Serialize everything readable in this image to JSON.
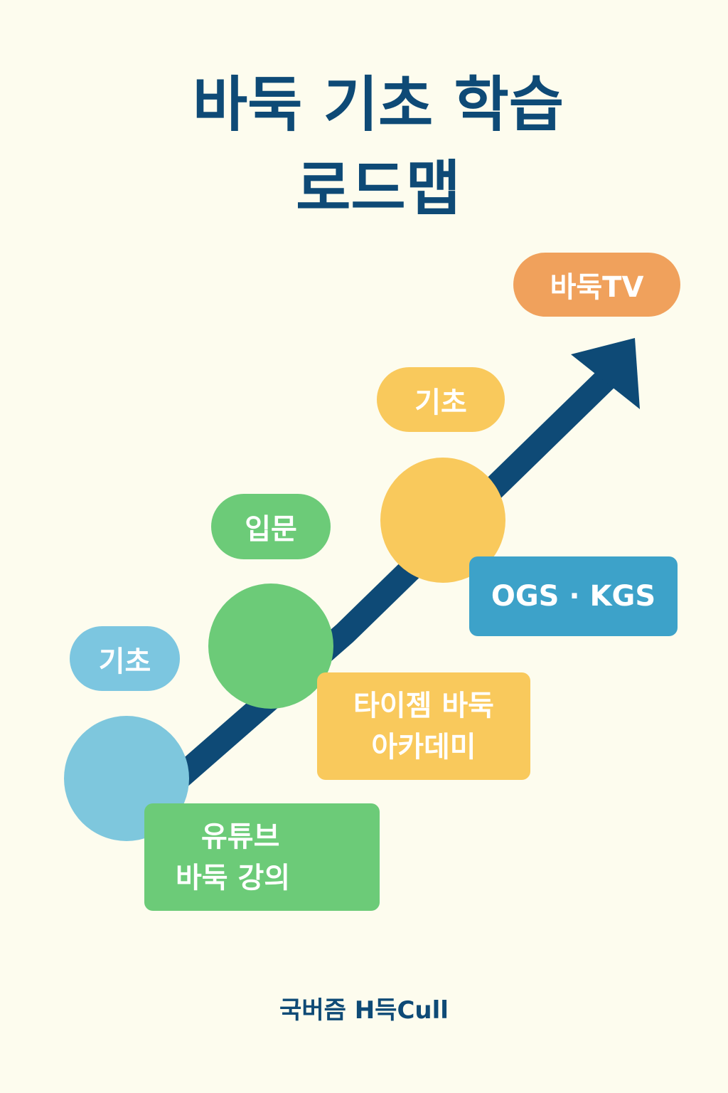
{
  "title": {
    "line1": "바둑 기초 학습",
    "line2": "로드맵"
  },
  "stages": {
    "stage1_pill": "기초",
    "stage2_pill": "입문",
    "stage3_pill": "기초",
    "top_pill": "바둑TV"
  },
  "resources": {
    "youtube_line1": "유튜브",
    "youtube_line2": "바둑 강의",
    "academy_line1": "타이젬 바둑",
    "academy_line2": "아카데미",
    "servers": "OGS · KGS"
  },
  "footer": "국버즘 H득Cull",
  "colors": {
    "navy": "#0E4A76",
    "blue": "#7EC7DD",
    "blue_pill": "#7CC6E0",
    "green": "#6CCB78",
    "yellow": "#F9C95C",
    "orange": "#F0A15C",
    "teal": "#3DA2C9",
    "background": "#FDFCEE"
  }
}
